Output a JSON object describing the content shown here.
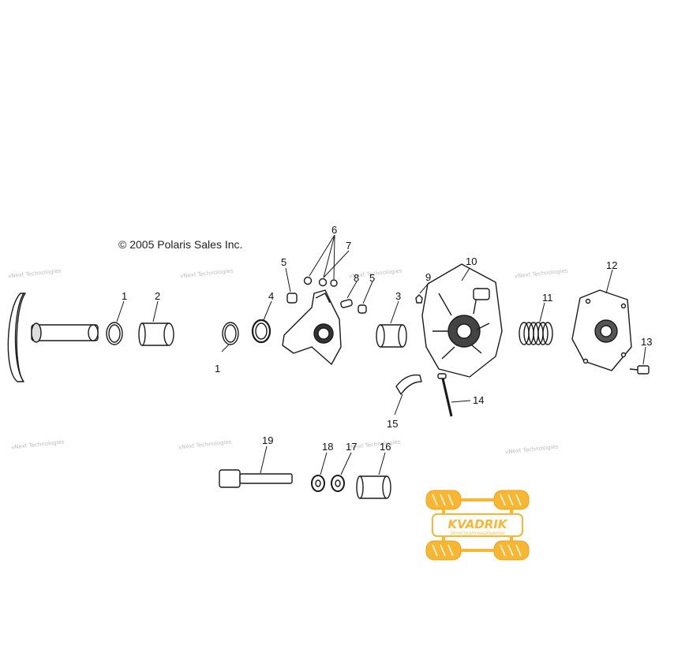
{
  "copyright": "© 2005 Polaris Sales Inc.",
  "callouts": [
    "1",
    "2",
    "1",
    "4",
    "5",
    "6",
    "7",
    "8",
    "5",
    "3",
    "9",
    "10",
    "11",
    "12",
    "13",
    "14",
    "15",
    "19",
    "18",
    "17",
    "16"
  ],
  "watermark_text": "vNext Technologies",
  "logo": {
    "name": "KVADRIK",
    "tagline": "ЗАПЧАСТИ ДЛЯ КВАДРОЦИКЛОВ",
    "color": "#f7b733"
  },
  "colors": {
    "line": "#1a1a1a",
    "part_fill": "#ffffff",
    "shade": "#555555"
  }
}
